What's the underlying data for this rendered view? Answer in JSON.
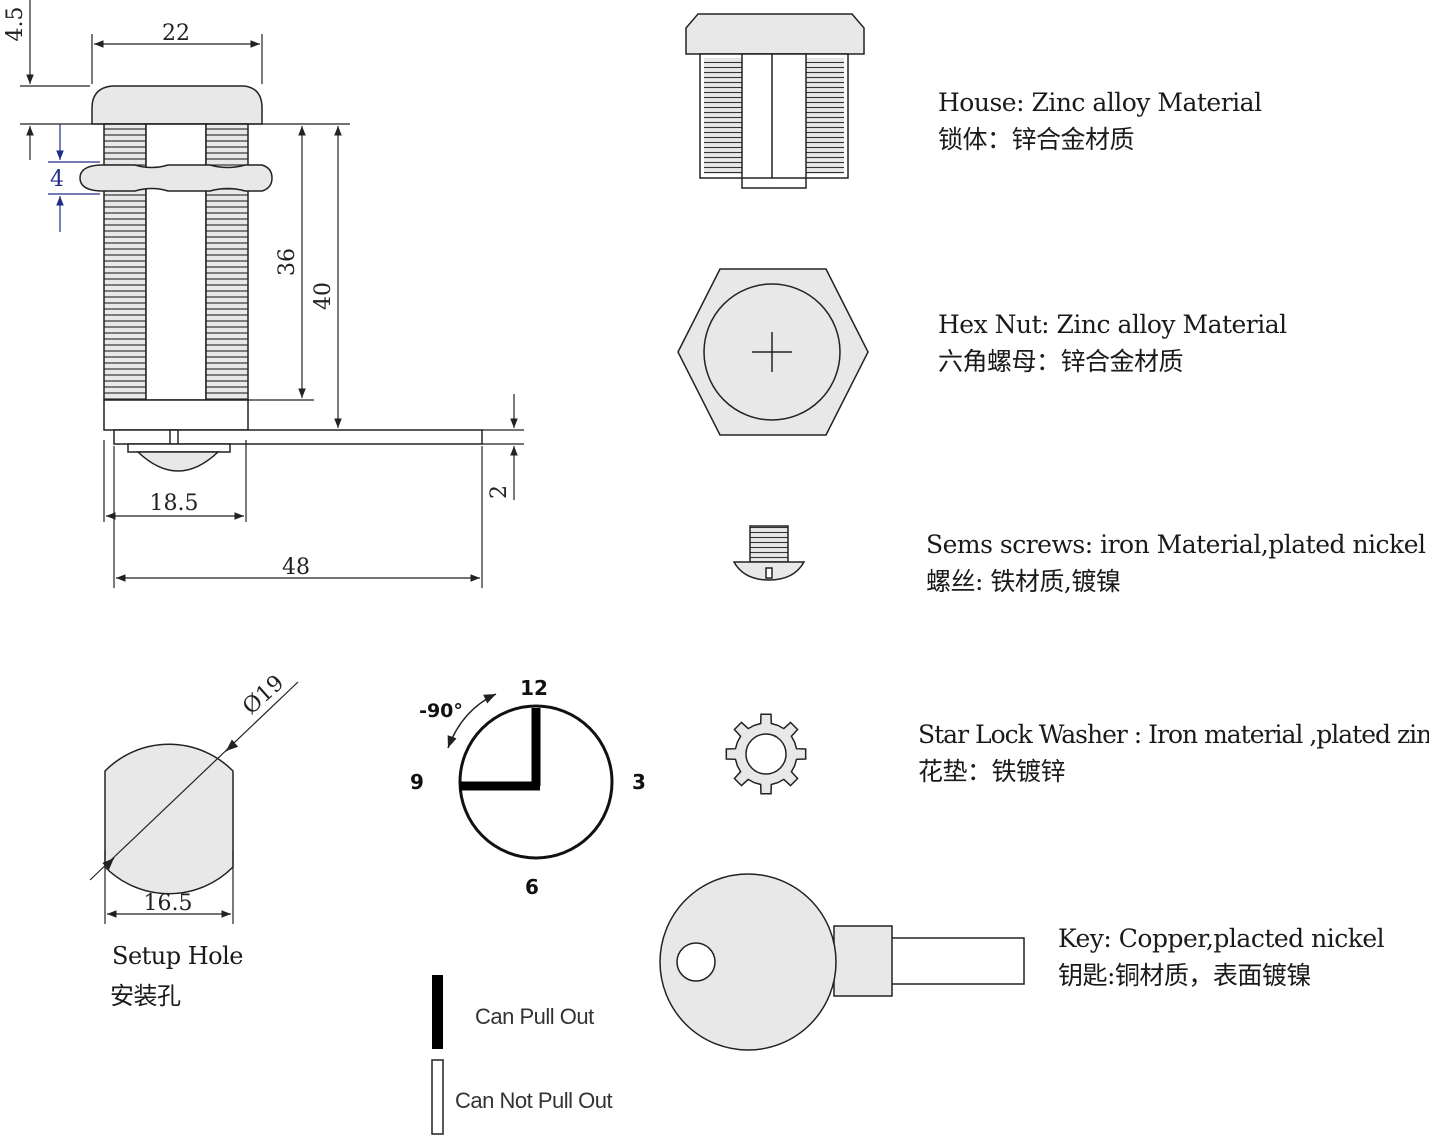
{
  "dimensions": {
    "d4_5": "4.5",
    "d22": "22",
    "d4": "4",
    "d36": "36",
    "d40": "40",
    "d18_5": "18.5",
    "d48": "48",
    "d2": "2",
    "d19": "Ø19",
    "d16_5": "16.5"
  },
  "setup_hole": {
    "label_en": "Setup Hole",
    "label_zh": "安装孔"
  },
  "clock": {
    "n12": "12",
    "n3": "3",
    "n6": "6",
    "n9": "9",
    "angle": "-90°"
  },
  "legend": {
    "can_pull": "Can Pull Out",
    "cannot_pull": "Can Not Pull Out"
  },
  "parts": {
    "house": {
      "en": "House: Zinc alloy Material",
      "zh": "锁体：锌合金材质"
    },
    "hexnut": {
      "en": "Hex Nut: Zinc alloy Material",
      "zh": "六角螺母：锌合金材质"
    },
    "screw": {
      "en": "Sems screws: iron Material,plated nickel",
      "zh": "螺丝: 铁材质,镀镍"
    },
    "washer": {
      "en": "Star Lock Washer : Iron material ,plated zinc",
      "zh": "花垫：铁镀锌"
    },
    "key": {
      "en": "Key: Copper,placted nickel",
      "zh": "钥匙:铜材质，表面镀镍"
    }
  },
  "colors": {
    "line": "#222222",
    "fill": "#e8e8e8",
    "accent": "#1f2d8a"
  }
}
